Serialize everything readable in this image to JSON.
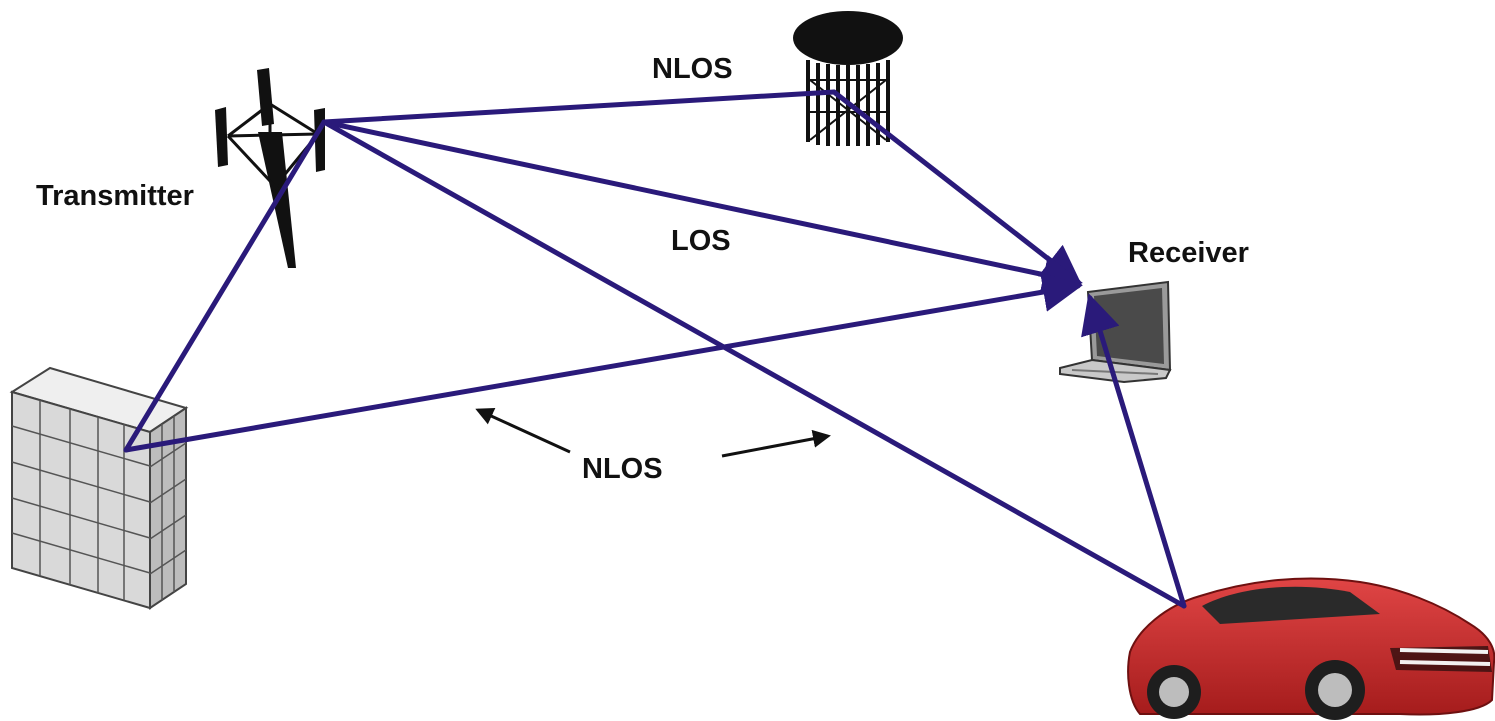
{
  "labels": {
    "transmitter": "Transmitter",
    "receiver": "Receiver",
    "los": "LOS",
    "nlos_top": "NLOS",
    "nlos_bottom": "NLOS"
  },
  "colors": {
    "path": "#2a1a7a",
    "arrow": "#111111",
    "text": "#111111",
    "car": "#c62828",
    "building": "#d6d6d6"
  },
  "icons": {
    "transmitter": "antenna-tower-icon",
    "receiver": "laptop-icon",
    "reflector_top": "water-tower-icon",
    "reflector_left": "building-icon",
    "reflector_bottom": "car-icon"
  }
}
